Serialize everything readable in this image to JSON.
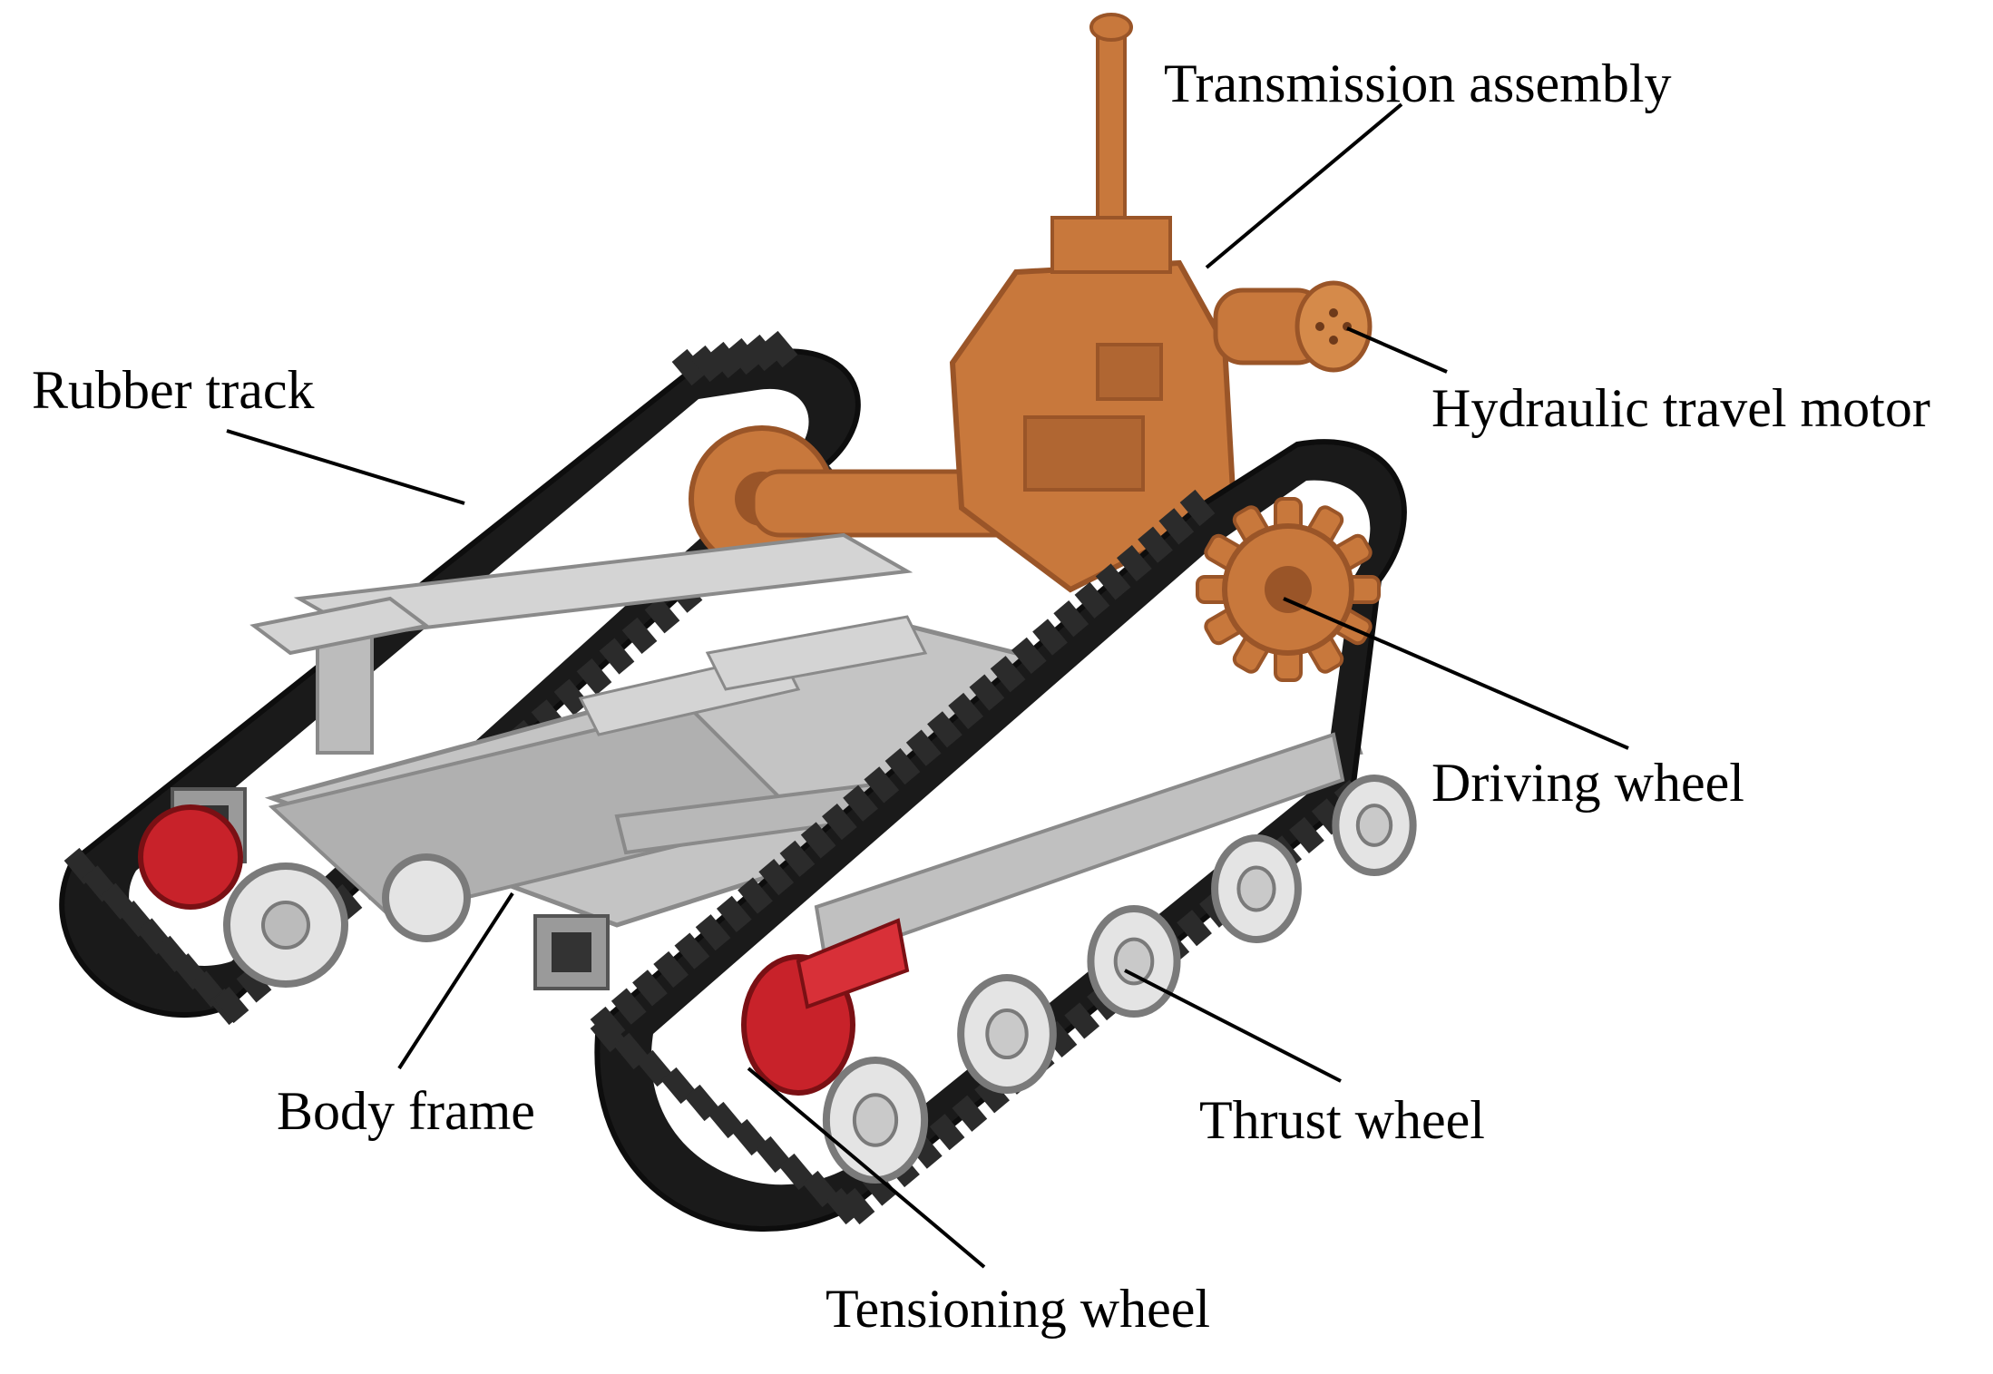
{
  "colors": {
    "track": "#1a1a1a",
    "track_lug": "#2b2b2b",
    "frame": "#b5b5b5",
    "frame_dark": "#8a8a8a",
    "frame_light": "#d4d4d4",
    "orange": "#c8783c",
    "orange_dark": "#9a5528",
    "red": "#c8222a",
    "wheel_rim": "#e4e4e4",
    "wheel_dark": "#7a7a7a",
    "leader": "#000000"
  },
  "labels": {
    "transmission": "Transmission assembly",
    "motor": "Hydraulic travel motor",
    "rubber_track": "Rubber track",
    "driving_wheel": "Driving wheel",
    "body_frame": "Body frame",
    "thrust_wheel": "Thrust wheel",
    "tensioning_wheel": "Tensioning wheel"
  }
}
